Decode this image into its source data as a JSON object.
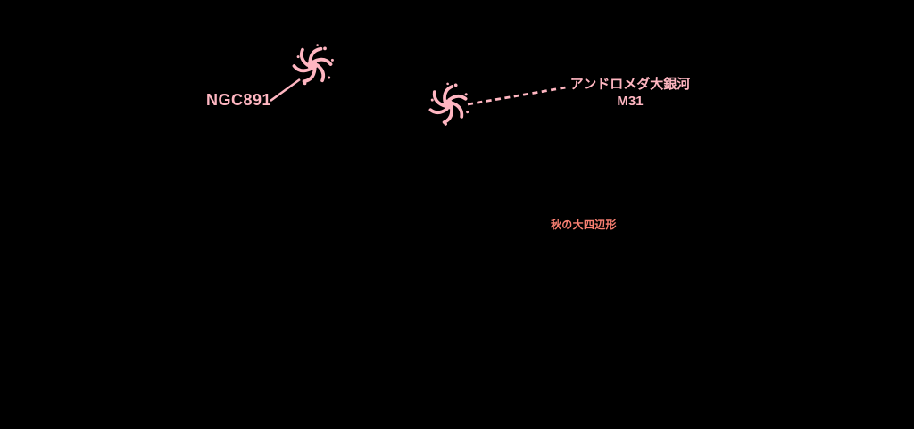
{
  "scene": {
    "type": "star-chart annotation overlay",
    "background_color": "#000000"
  },
  "colors": {
    "annotation_pink": "#ffb6c1",
    "asterism_salmon": "#fa8072"
  },
  "icons": {
    "galaxy_icon_name": "spiral-galaxy-icon"
  },
  "objects": {
    "ngc891": {
      "label": "NGC891"
    },
    "andromeda": {
      "name": "アンドロメダ大銀河",
      "designation": "M31"
    },
    "asterism": {
      "label": "秋の大四辺形"
    }
  }
}
